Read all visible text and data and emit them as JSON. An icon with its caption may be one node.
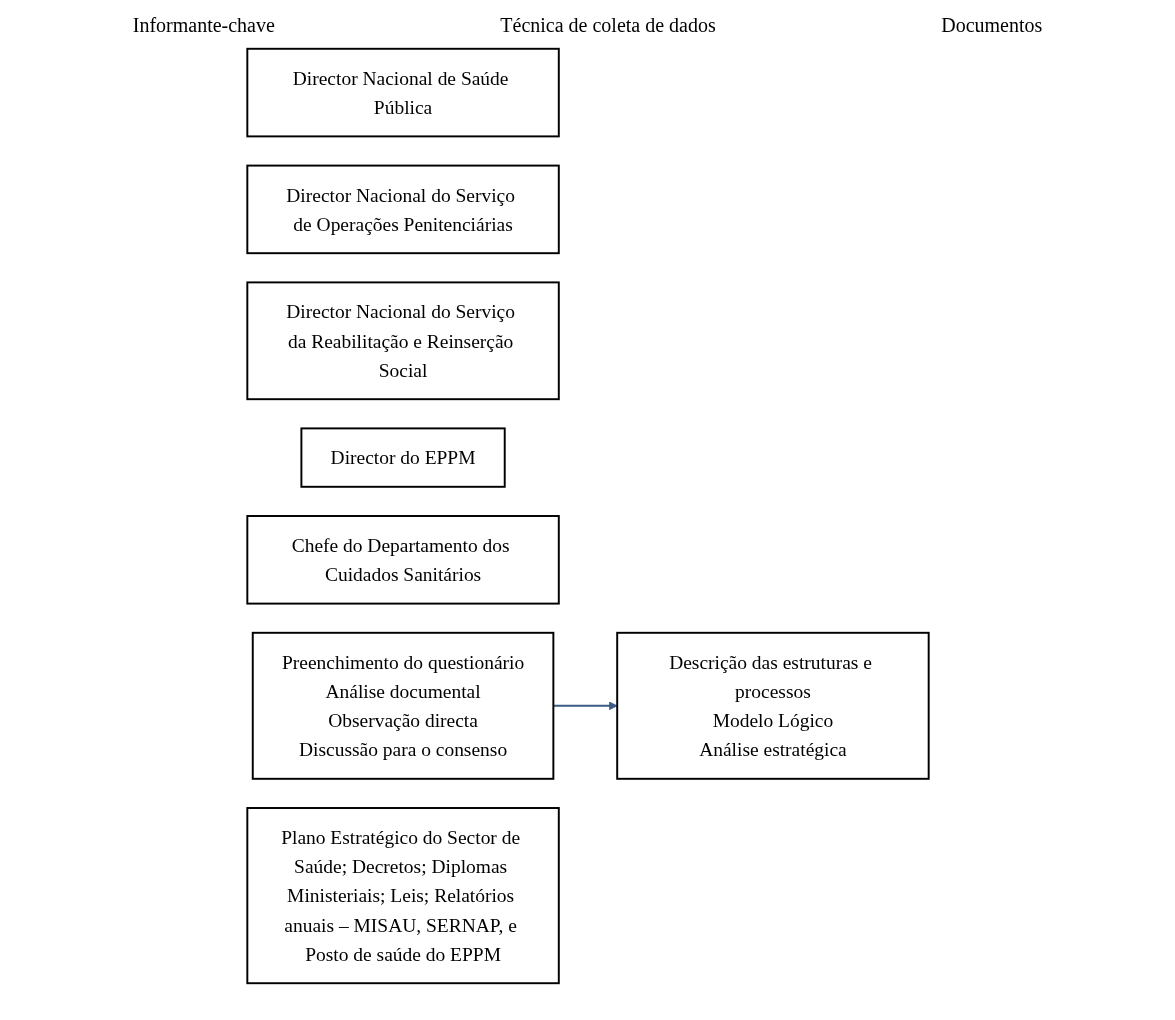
{
  "diagram": {
    "nodes": [
      {
        "text": [
          "Director Nacional de Saúde Pública"
        ]
      },
      {
        "text": [
          "Director Nacional do Serviço de Operações Penitenciárias"
        ]
      },
      {
        "text": [
          "Director Nacional do Serviço da Reabilitação e Reinserção Social"
        ]
      },
      {
        "text": [
          "Director do EPPM"
        ]
      },
      {
        "text": [
          "Chefe do Departamento dos Cuidados Sanitários"
        ]
      },
      {
        "text": [
          "Preenchimento do questionário",
          "Análise documental",
          "Observação directa",
          "Discussão para o consenso"
        ]
      },
      {
        "text": [
          "Plano Estratégico do Sector de Saúde; Decretos; Diplomas Ministeriais; Leis; Relatórios anuais – MISAU, SERNAP, e Posto de saúde do EPPM"
        ]
      },
      {
        "text": [
          "Descrição das estruturas e processos",
          "Modelo Lógico",
          "Análise estratégica"
        ]
      }
    ],
    "edges": [
      {
        "from": 5,
        "to": 7,
        "arrow": "to"
      }
    ],
    "labels": [
      "Informante-chave",
      "Técnica de coleta de dados",
      "Documentos"
    ]
  }
}
